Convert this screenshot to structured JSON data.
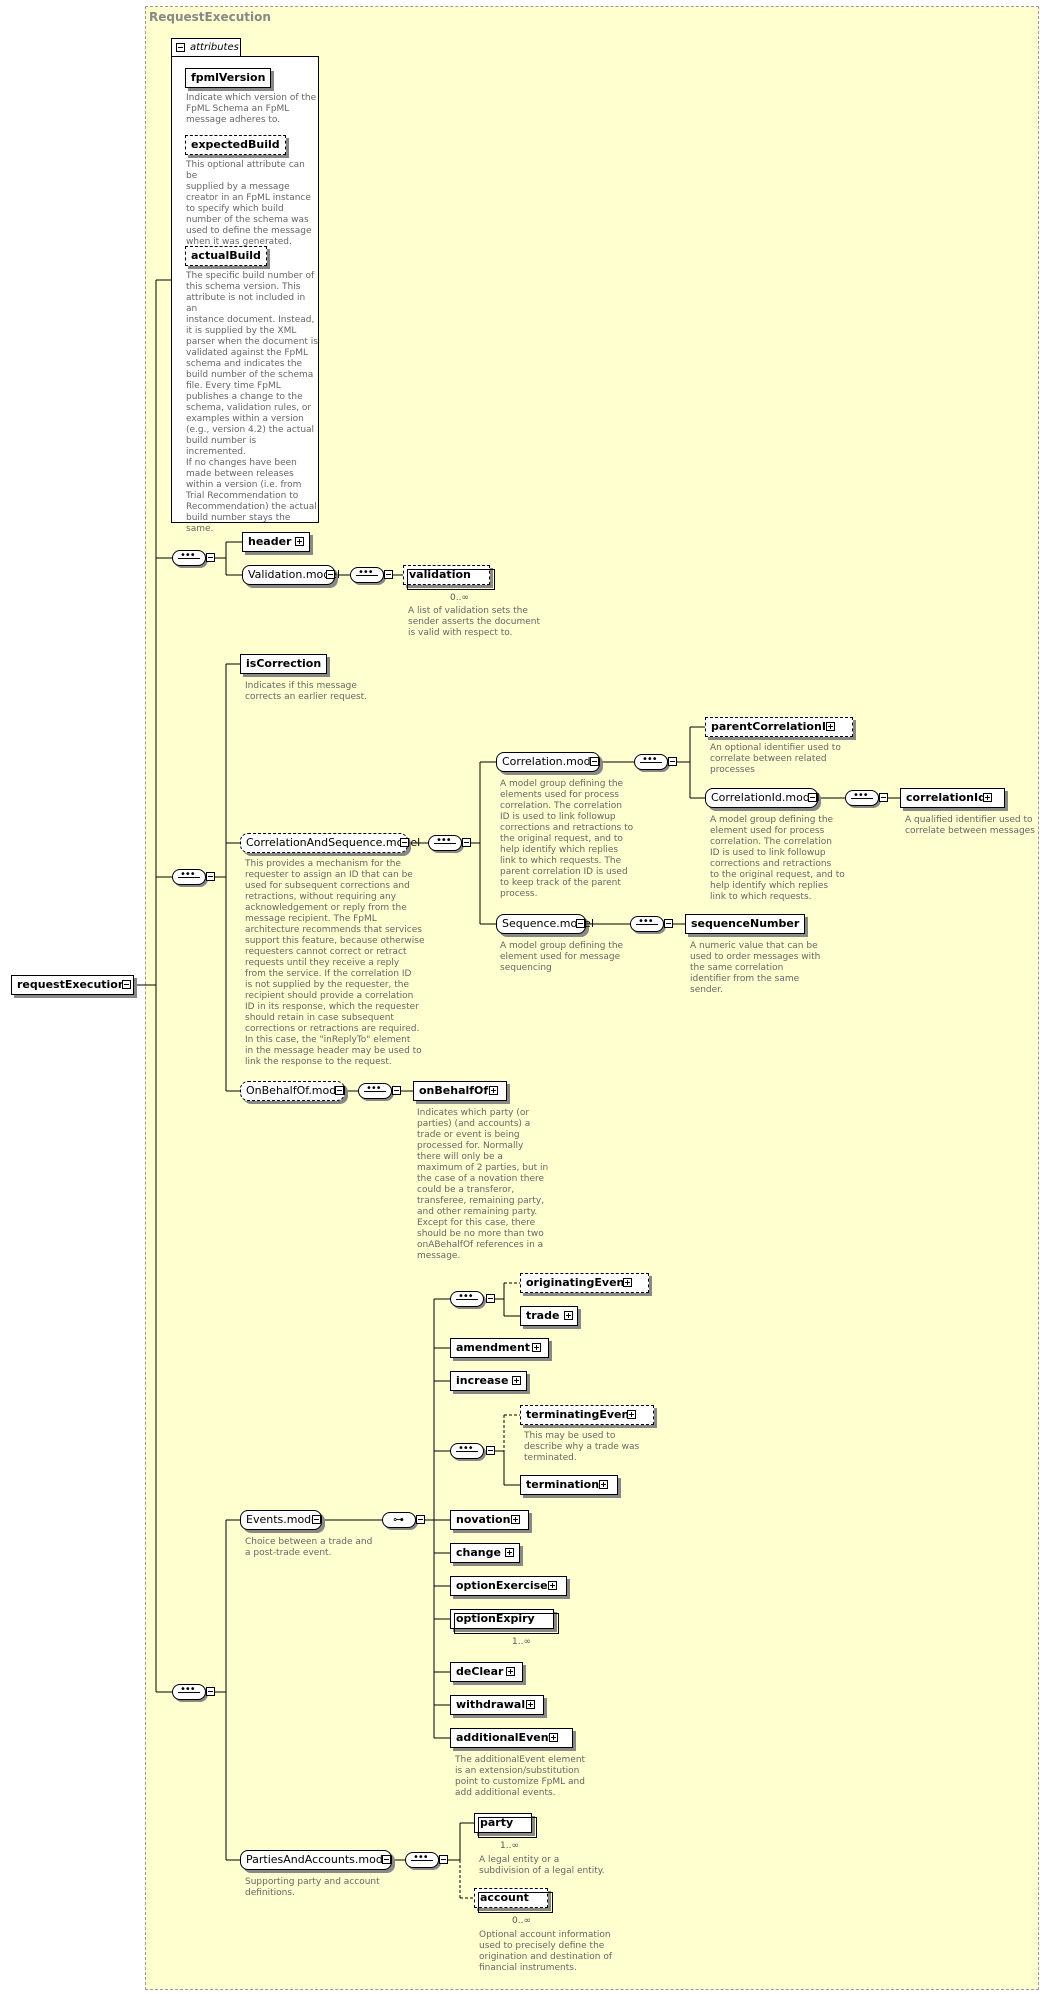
{
  "title": "RequestExecution",
  "root": {
    "label": "requestExecution"
  },
  "attributes": {
    "tab_label": "attributes",
    "items": [
      {
        "name": "fpmlVersion",
        "desc": "Indicate which version of the\nFpML Schema an FpML\nmessage adheres to."
      },
      {
        "name": "expectedBuild",
        "desc": "This optional attribute can be\nsupplied by a message\ncreator in an FpML instance\nto specify which build\nnumber of the schema was\nused to define the message\nwhen it was generated."
      },
      {
        "name": "actualBuild",
        "desc": "The specific build number of\nthis schema version. This\nattribute is not included in an\ninstance document. Instead,\nit is supplied by the XML\nparser when the document is\nvalidated against the FpML\nschema and indicates the\nbuild number of the schema\nfile. Every time FpML\npublishes a change to the\nschema, validation rules, or\nexamples within a version\n(e.g., version 4.2) the actual\nbuild number is incremented.\nIf no changes have been\nmade between releases\nwithin a version (i.e. from\nTrial Recommendation to\nRecommendation) the actual\nbuild number stays the\nsame."
      }
    ]
  },
  "nodes": {
    "header": "header",
    "validation_model": "Validation.model",
    "validation": "validation",
    "validation_card": "0..∞",
    "validation_desc": "A list of validation sets the\nsender asserts the document\nis valid with respect to.",
    "isCorrection": "isCorrection",
    "isCorrection_desc": "Indicates if this message\ncorrects an earlier request.",
    "corrSeq_model": "CorrelationAndSequence.model",
    "corrSeq_desc": "This provides a mechanism for the\nrequester to assign an ID that can be\nused for subsequent corrections and\nretractions, without requiring any\nacknowledgement or reply from the\nmessage recipient. The FpML\narchitecture recommends that services\nsupport this feature, because otherwise\nrequesters cannot correct or retract\nrequests until they receive a reply\nfrom the service. If the correlation ID\nis not supplied by the requester, the\nrecipient should provide a correlation\nID in its response, which the requester\nshould retain in case subsequent\ncorrections or retractions are required.\nIn this case, the \"inReplyTo\" element\nin the message header may be used to\nlink the response to the request.",
    "correlation_model": "Correlation.model",
    "correlation_desc": "A model group defining the\nelements used for process\ncorrelation. The correlation\nID is used to link followup\ncorrections and retractions to\nthe original request, and to\nhelp identify which replies\nlink to which requests. The\nparent correlation ID is used\nto keep track of the parent\nprocess.",
    "parentCorrelationId": "parentCorrelationId",
    "parentCorrelationId_desc": "An optional identifier used to\ncorrelate between related\nprocesses",
    "correlationId_model": "CorrelationId.model",
    "correlationId_model_desc": "A model group defining the\nelement used for process\ncorrelation. The correlation\nID is used to link followup\ncorrections and retractions\nto the original request, and to\nhelp identify which replies\nlink to which requests.",
    "correlationId": "correlationId",
    "correlationId_desc": "A qualified identifier used to\ncorrelate between messages",
    "sequence_model": "Sequence.model",
    "sequence_model_desc": "A model group defining the\nelement used for message\nsequencing",
    "sequenceNumber": "sequenceNumber",
    "sequenceNumber_desc": "A numeric value that can be\nused to order messages with\nthe same correlation\nidentifier from the same\nsender.",
    "onBehalfOf_model": "OnBehalfOf.model",
    "onBehalfOf": "onBehalfOf",
    "onBehalfOf_desc": "Indicates which party (or\nparties) (and accounts) a\ntrade or event is being\nprocessed for. Normally\nthere will only be a\nmaximum of 2 parties, but in\nthe case of a novation there\ncould be a transferor,\ntransferee, remaining party,\nand other remaining party.\nExcept for this case, there\nshould be no more than two\nonABehalfOf references in a\nmessage.",
    "originatingEvent": "originatingEvent",
    "trade": "trade",
    "amendment": "amendment",
    "increase": "increase",
    "terminatingEvent": "terminatingEvent",
    "terminatingEvent_desc": "This may be used to\ndescribe why a trade was\nterminated.",
    "termination": "termination",
    "events_model": "Events.model",
    "events_desc": "Choice between a trade and\na post-trade event.",
    "novation": "novation",
    "change": "change",
    "optionExercise": "optionExercise",
    "optionExpiry": "optionExpiry",
    "optionExpiry_card": "1..∞",
    "deClear": "deClear",
    "withdrawal": "withdrawal",
    "additionalEvent": "additionalEvent",
    "additionalEvent_desc": "The additionalEvent element\nis an extension/substitution\npoint to customize FpML and\nadd additional events.",
    "partiesAccounts_model": "PartiesAndAccounts.model",
    "partiesAccounts_desc": "Supporting party and account\ndefinitions.",
    "party": "party",
    "party_card": "1..∞",
    "party_desc": "A legal entity or a\nsubdivision of a legal entity.",
    "account": "account",
    "account_card": "0..∞",
    "account_desc": "Optional account information\nused to precisely define the\norigination and destination of\nfinancial instruments."
  }
}
